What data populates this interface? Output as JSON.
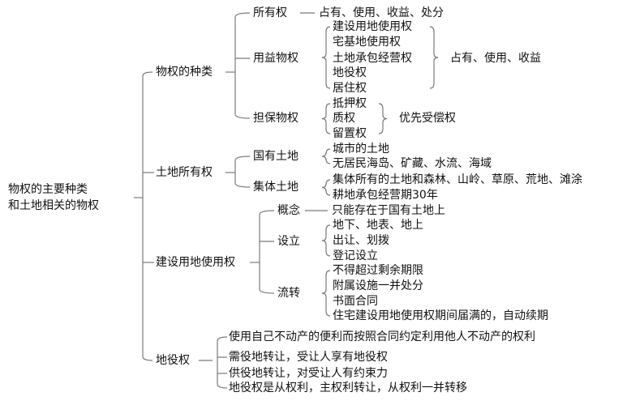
{
  "colors": {
    "line": "#7a7a7a",
    "text": "#111111",
    "background": "#ffffff"
  },
  "root": {
    "line1": "物权的主要种类",
    "line2": "和土地相关的物权"
  },
  "branches": {
    "kinds": {
      "label": "物权的种类",
      "ownership": {
        "label": "所有权",
        "desc": "占有、使用、收益、处分"
      },
      "usufruct": {
        "label": "用益物权",
        "items": [
          "建设用地使用权",
          "宅基地使用权",
          "土地承包经营权",
          "地役权",
          "居住权"
        ],
        "desc": "占有、使用、收益"
      },
      "security": {
        "label": "担保物权",
        "items": [
          "抵押权",
          "质权",
          "留置权"
        ],
        "desc": "优先受偿权"
      }
    },
    "land": {
      "label": "土地所有权",
      "state": {
        "label": "国有土地",
        "items": [
          "城市的土地",
          "无居民海岛、矿藏、水流、海域"
        ]
      },
      "collective": {
        "label": "集体土地",
        "items": [
          "集体所有的土地和森林、山岭、草原、荒地、滩涂",
          "耕地承包经营期30年"
        ]
      }
    },
    "construction": {
      "label": "建设用地使用权",
      "concept": {
        "label": "概念",
        "desc": "只能存在于国有土地上"
      },
      "establish": {
        "label": "设立",
        "items": [
          "地下、地表、地上",
          "出让、划拨",
          "登记设立"
        ]
      },
      "transfer": {
        "label": "流转",
        "items": [
          "不得超过剩余期限",
          "附属设施一并处分",
          "书面合同",
          "住宅建设用地使用权期间届满的，自动续期"
        ]
      }
    },
    "easement": {
      "label": "地役权",
      "items": [
        "使用自己不动产的便利而按照合同约定利用他人不动产的权利",
        "需役地转让，受让人享有地役权",
        "供役地转让，对受让人有约束力",
        "地役权是从权利，主权利转让，从权利一并转移"
      ]
    }
  }
}
